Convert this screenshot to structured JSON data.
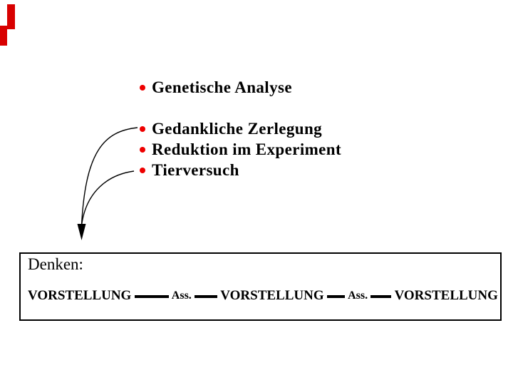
{
  "slide": {
    "bullets": {
      "primary": "Genetische Analyse",
      "sub": [
        "Gedankliche Zerlegung",
        "Reduktion im Experiment",
        "Tierversuch"
      ]
    },
    "denken": {
      "label": "Denken:",
      "sequence": [
        "VORSTELLUNG",
        "Ass.",
        "VORSTELLUNG",
        "Ass.",
        "VORSTELLUNG"
      ]
    },
    "colors": {
      "bullet_dot": "#ee0000",
      "accent_bar": "#d80000",
      "text": "#000000",
      "curve_line": "#000000",
      "background": "#ffffff"
    }
  }
}
